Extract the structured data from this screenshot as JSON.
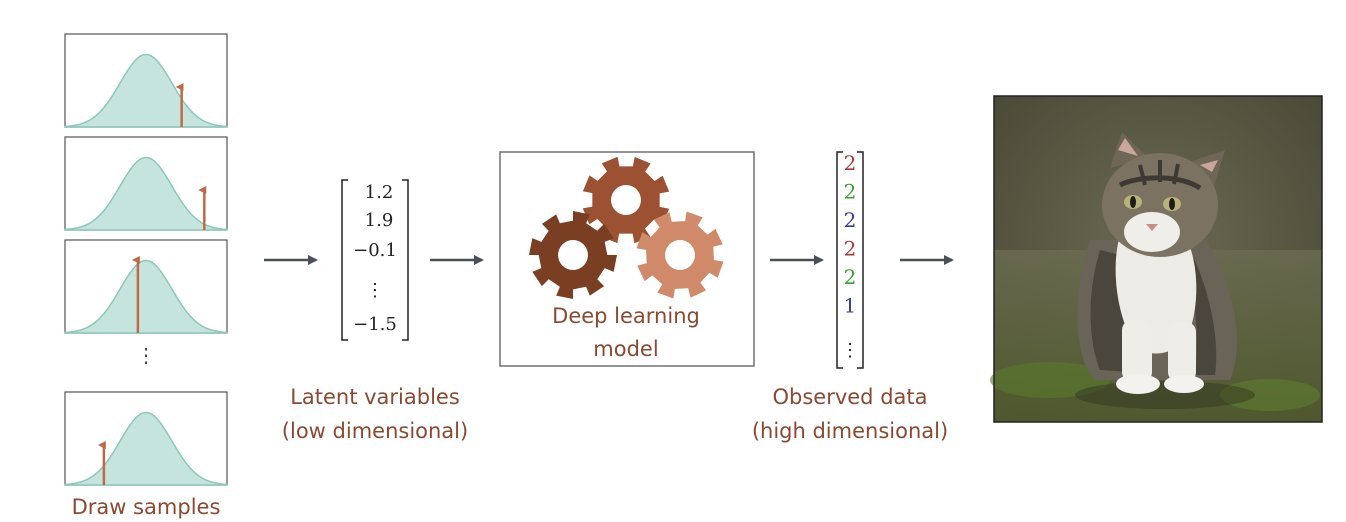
{
  "captions": {
    "samples": "Draw samples",
    "latent_line1": "Latent variables",
    "latent_line2": "(low dimensional)",
    "model_line1": "Deep learning",
    "model_line2": "model",
    "observed_line1": "Observed data",
    "observed_line2": "(high dimensional)"
  },
  "latent_vector": [
    "1.2",
    "1.9",
    "−0.1",
    "−1.5"
  ],
  "observed_vector": [
    {
      "value": "2",
      "color": "#a33a3a"
    },
    {
      "value": "2",
      "color": "#3f9a3a"
    },
    {
      "value": "2",
      "color": "#3a3a9a"
    },
    {
      "value": "2",
      "color": "#a33a3a"
    },
    {
      "value": "2",
      "color": "#3f9a3a"
    },
    {
      "value": "1",
      "color": "#3a3a9a"
    }
  ],
  "colors": {
    "gaussian_fill": "#c5e4de",
    "gaussian_stroke": "#8cc7bc",
    "sample_arrow": "#c06a45",
    "caption": "#8a4a32",
    "arrow": "#4a5058",
    "gear_dark": "#7a3f22",
    "gear_mid": "#9b5132",
    "gear_light": "#d08a6a"
  },
  "sample_positions": [
    0.72,
    0.86,
    0.45,
    0.24
  ],
  "icons": {
    "gears": "gears-icon",
    "cat_photo": "cat-photo"
  }
}
